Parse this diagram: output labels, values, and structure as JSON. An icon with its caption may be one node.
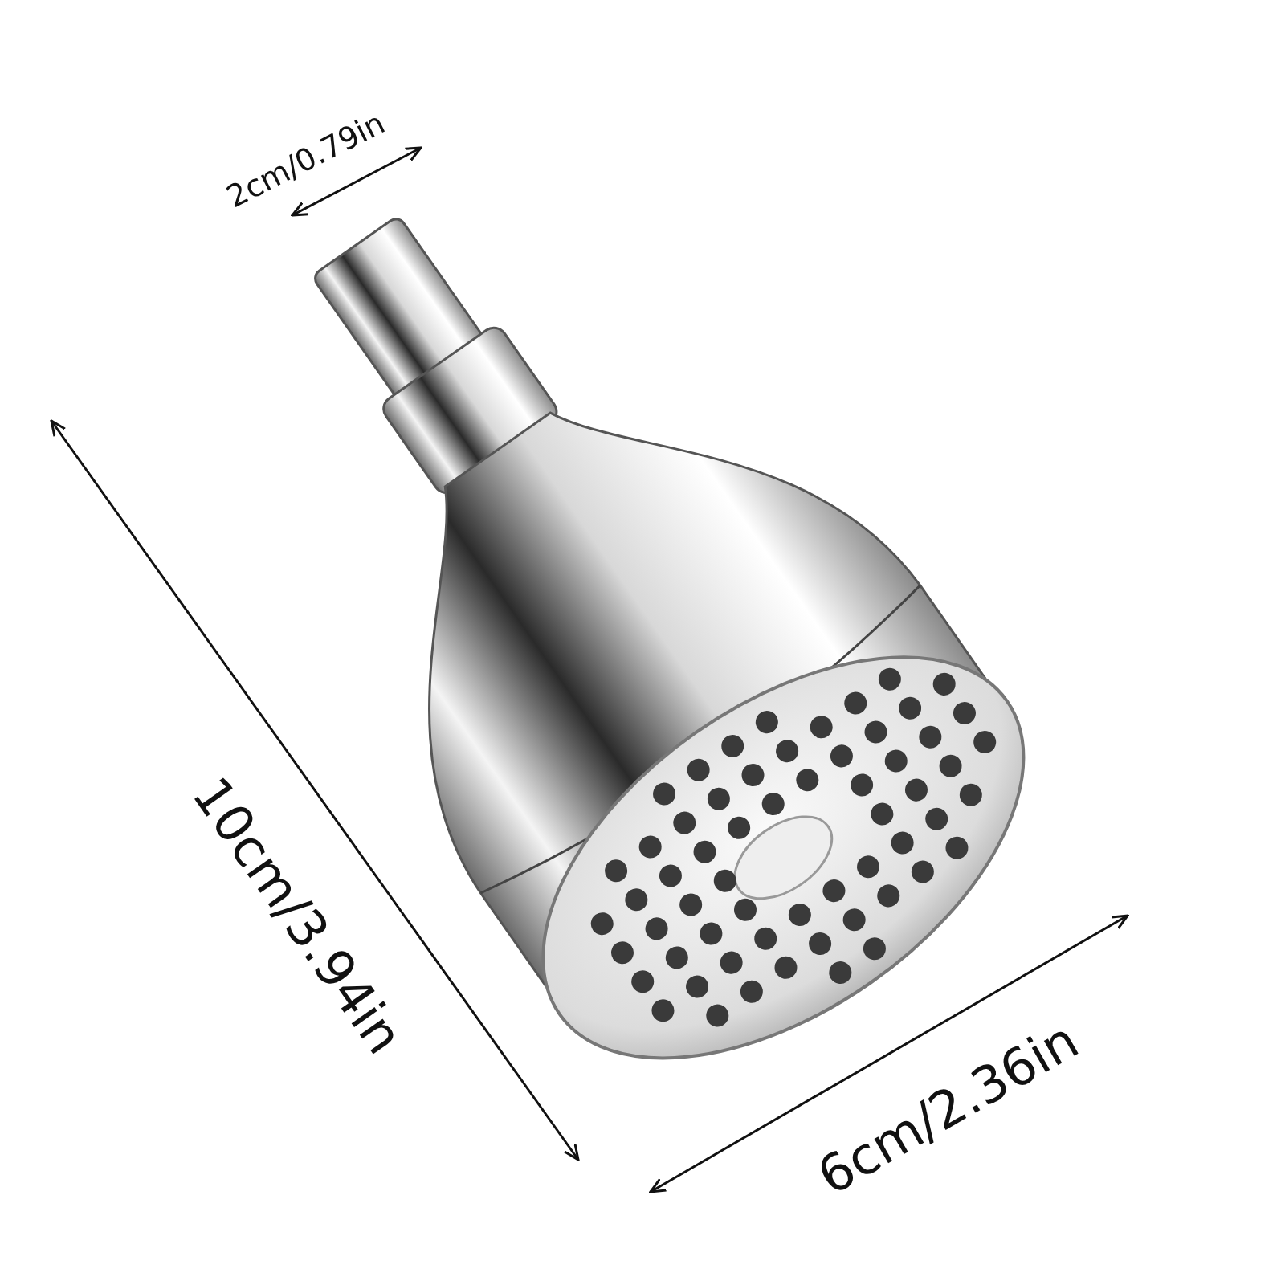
{
  "diagram": {
    "labels": [
      "2cm/0.79in",
      "10cm/3.94in",
      "6cm/2.36in"
    ]
  }
}
